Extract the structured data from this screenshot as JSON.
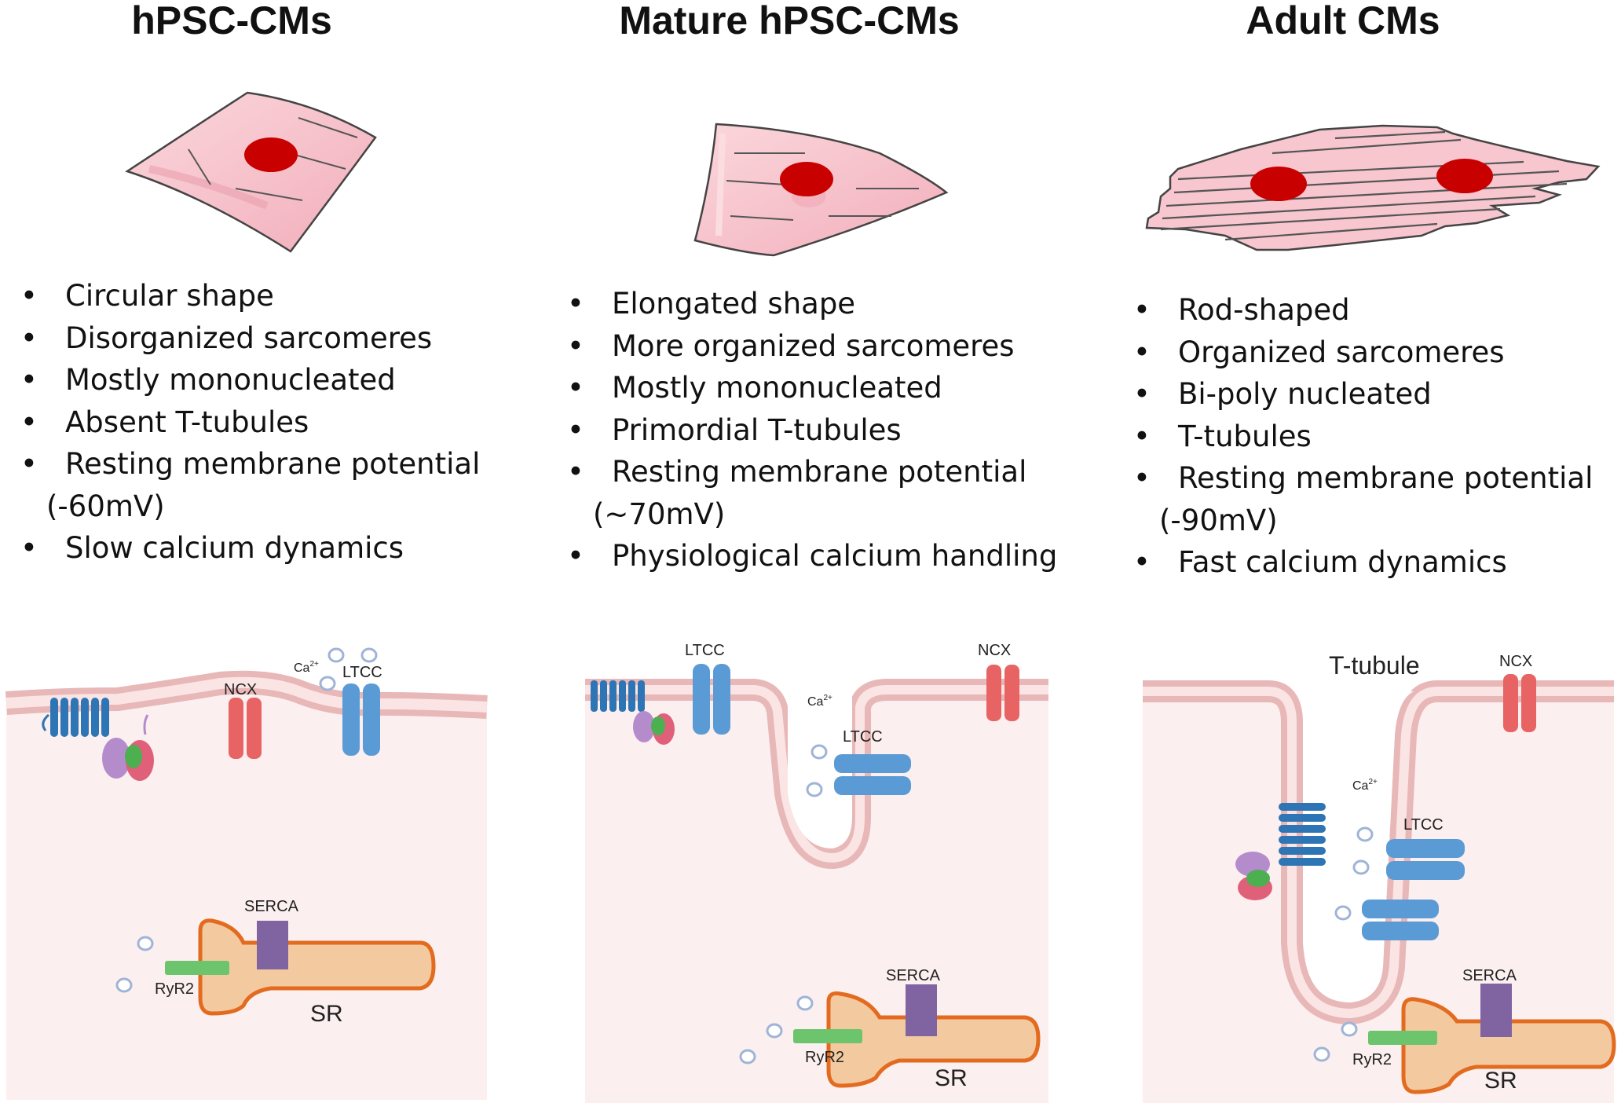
{
  "columns": [
    {
      "title": "hPSC-CMs",
      "bullets": [
        "Circular shape",
        "Disorganized sarcomeres",
        "Mostly mononucleated",
        "Absent T-tubules",
        "Resting membrane potential",
        "Slow calcium dynamics"
      ],
      "bullet_continuation": "(-60mV)",
      "labels": {
        "ncx": "NCX",
        "ltcc": "LTCC",
        "ca": "Ca",
        "ca_sup": "2+",
        "serca": "SERCA",
        "ryr2": "RyR2",
        "sr": "SR"
      }
    },
    {
      "title": "Mature hPSC-CMs",
      "bullets": [
        "Elongated shape",
        "More organized sarcomeres",
        "Mostly mononucleated",
        "Primordial T-tubules",
        "Resting membrane potential",
        "Physiological calcium handling"
      ],
      "bullet_continuation": "(~70mV)",
      "labels": {
        "ltcc_top": "LTCC",
        "ltcc": "LTCC",
        "ncx": "NCX",
        "ca": "Ca",
        "ca_sup": "2+",
        "serca": "SERCA",
        "ryr2": "RyR2",
        "sr": "SR"
      }
    },
    {
      "title": "Adult CMs",
      "bullets": [
        "Rod-shaped",
        "Organized sarcomeres",
        "Bi-poly nucleated",
        "T-tubules",
        "Resting membrane potential",
        "Fast calcium dynamics"
      ],
      "bullet_continuation": "(-90mV)",
      "labels": {
        "ttubule": "T-tubule",
        "ncx": "NCX",
        "ltcc": "LTCC",
        "ca": "Ca",
        "ca_sup": "2+",
        "serca": "SERCA",
        "ryr2": "RyR2",
        "sr": "SR"
      }
    }
  ],
  "colors": {
    "cell_fill": "#f7c6cf",
    "nucleus": "#c80000",
    "cytoplasm": "#fcefef",
    "membrane": "#e8b7b7",
    "ncx": "#e86464",
    "ltcc": "#5b9bd5",
    "receptor": "#2e75b6",
    "serca": "#8064a2",
    "ryr2": "#6cc46c",
    "sr_fill": "#f3c9a0",
    "sr_stroke": "#e26b1f",
    "calcium": "#9fb4d6"
  }
}
